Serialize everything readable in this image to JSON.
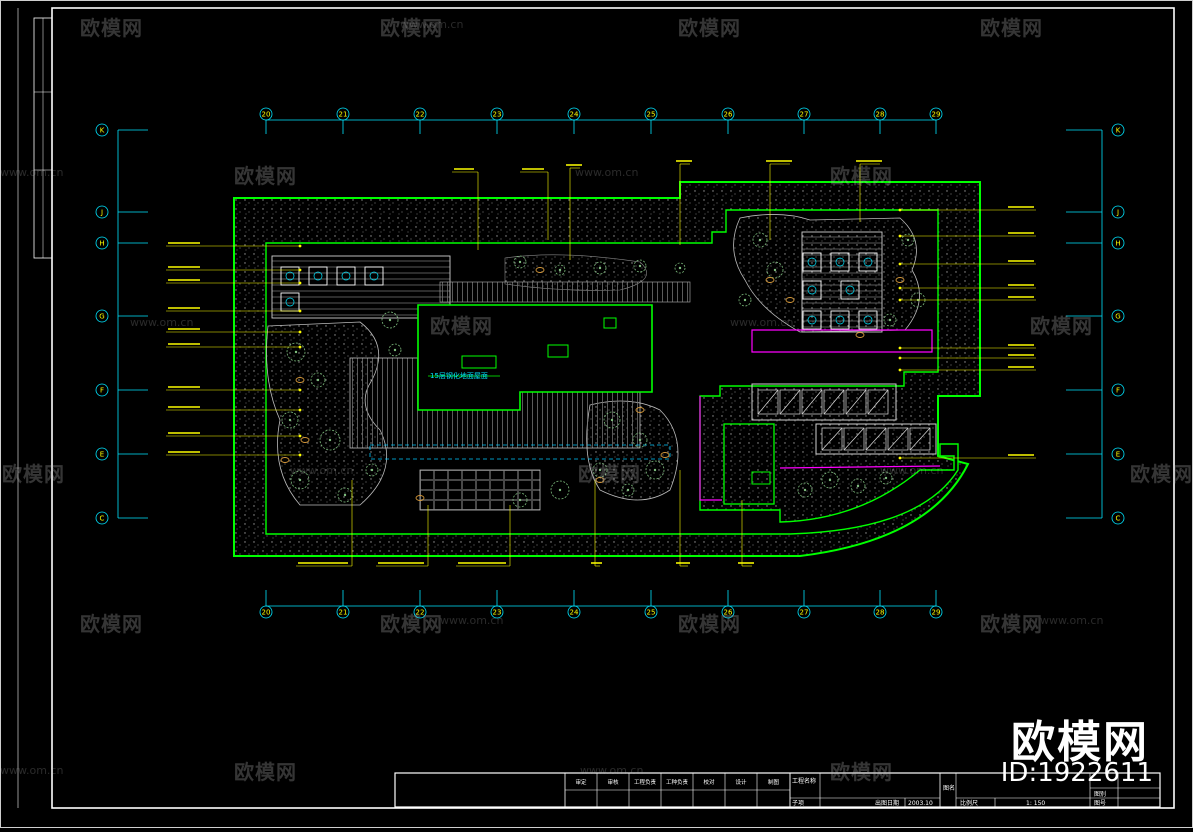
{
  "colors": {
    "frame": "#ffffff",
    "boundary": "#00ff00",
    "label": "#ffff00",
    "axis": "#00e5ff",
    "magenta": "#ff00ff",
    "grid": "#00c8ff"
  },
  "axis_columns": [
    "20",
    "21",
    "22",
    "23",
    "24",
    "25",
    "26",
    "27",
    "28",
    "29"
  ],
  "axis_rows": [
    "K",
    "J",
    "H",
    "G",
    "F",
    "E",
    "C"
  ],
  "plan": {
    "center_label": "15层钢化地面屋面"
  },
  "title_block": {
    "row_top": [
      "审定",
      "审核",
      "工程负责",
      "工种负责",
      "校对",
      "设计",
      "制图"
    ],
    "project_name_label": "工程名称",
    "sub_item_label": "子项",
    "drawing_name_label": "图名",
    "issue_date_label": "出图日期",
    "issue_date": "2003.10",
    "scale_label": "比例尺",
    "scale_value": "1: 150",
    "drawing_no_label": "图号",
    "sheet_label": "图别"
  },
  "watermark": {
    "text": "欧模网",
    "url": "www.om.cn",
    "brand": "欧模网",
    "id": "ID:1922611"
  }
}
